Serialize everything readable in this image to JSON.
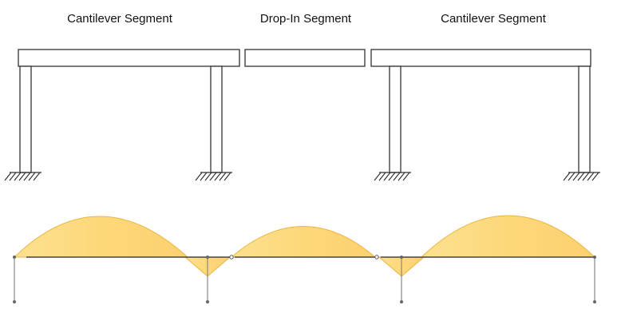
{
  "labels": {
    "left_cantilever": "Cantilever Segment",
    "drop_in": "Drop-In Segment",
    "right_cantilever": "Cantilever Segment"
  },
  "colors": {
    "structure_stroke": "#333333",
    "moment_fill": "#FDD87A",
    "moment_edge": "#F0C040",
    "beam_line": "#444444",
    "support_line": "#888888"
  }
}
